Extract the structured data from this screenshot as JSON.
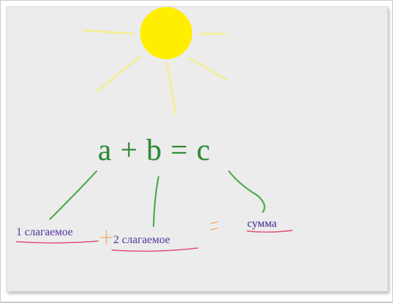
{
  "formula": "a + b = c",
  "labels": {
    "addend_1": "1 слагаемое",
    "addend_2": "2 слагаемое",
    "sum": "сумма"
  },
  "colors": {
    "formula": "#2d8a36",
    "sun": "#ffee00",
    "rays": "#f3ee9a",
    "connectors": "#4caa4a",
    "label_text": "#5b3aa6",
    "underline": "#e0496e",
    "plus_mark": "#f2b27a"
  }
}
